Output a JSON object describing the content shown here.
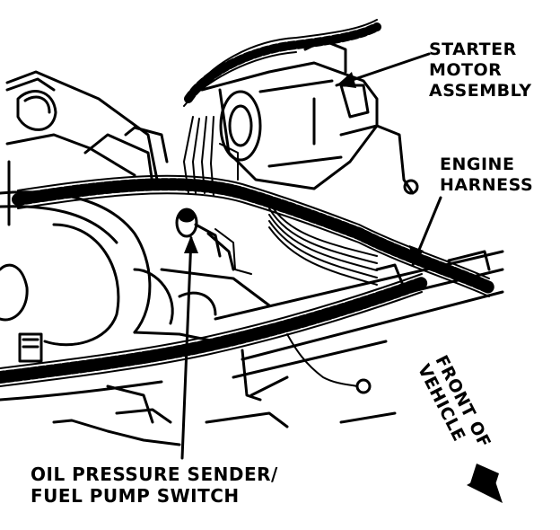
{
  "labels": {
    "starter_motor": [
      "STARTER",
      "MOTOR",
      "ASSEMBLY"
    ],
    "engine_harness": [
      "ENGINE",
      "HARNESS"
    ],
    "oil_pressure": [
      "OIL PRESSURE SENDER/",
      "FUEL PUMP SWITCH"
    ],
    "front_of_vehicle": [
      "FRONT OF",
      "VEHICLE"
    ]
  },
  "icons": {
    "front_arrow": "direction-arrow-icon"
  },
  "colors": {
    "ink": "#000000",
    "paper": "#ffffff"
  }
}
